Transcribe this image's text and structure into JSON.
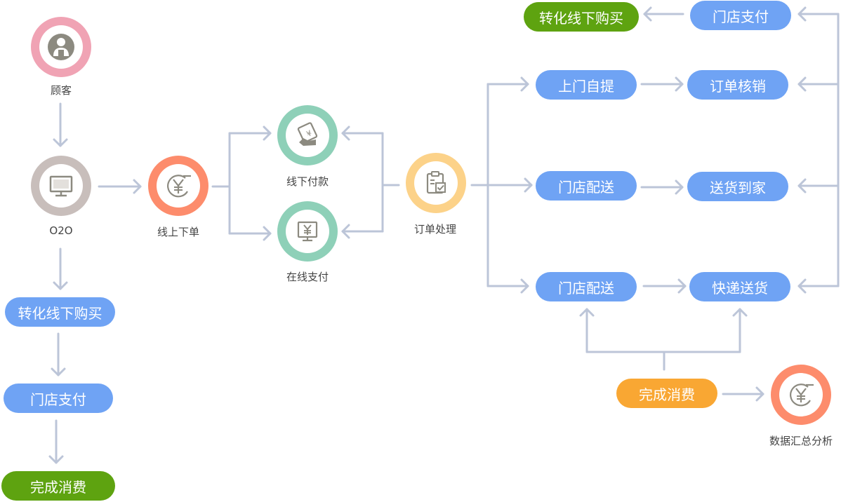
{
  "colors": {
    "arrow": "#bcc5d8",
    "blue_pill": "#6fa3f4",
    "green_pill": "#5ea310",
    "orange_pill": "#f9a733",
    "customer_ring": "#f0a3b4",
    "o2o_ring": "#c8bebb",
    "online_order_ring": "#fd8c6c",
    "offline_pay_ring": "#8ed0b8",
    "online_pay_ring": "#8ed0b8",
    "order_proc_ring": "#fcd289",
    "data_ring": "#fd8c6c"
  },
  "nodes": {
    "customer": {
      "label": "顾客",
      "icon": "person-icon"
    },
    "o2o": {
      "label": "O2O",
      "icon": "monitor-icon"
    },
    "online_order": {
      "label": "线上下单",
      "icon": "yen-icon"
    },
    "offline_pay": {
      "label": "线下付款",
      "icon": "hand-money-icon"
    },
    "online_pay": {
      "label": "在线支付",
      "icon": "yen-screen-icon"
    },
    "order_proc": {
      "label": "订单处理",
      "icon": "clipboard-check-icon"
    },
    "data_analysis": {
      "label": "数据汇总分析",
      "icon": "yen-icon"
    }
  },
  "pills": {
    "left_convert": "转化线下购买",
    "left_store_pay": "门店支付",
    "left_complete": "完成消费",
    "top_convert": "转化线下购买",
    "top_store_pay": "门店支付",
    "self_pickup": "上门自提",
    "order_verify": "订单核销",
    "store_delivery_1": "门店配送",
    "home_delivery": "送货到家",
    "store_delivery_2": "门店配送",
    "express_delivery": "快递送货",
    "complete_consume": "完成消费"
  }
}
